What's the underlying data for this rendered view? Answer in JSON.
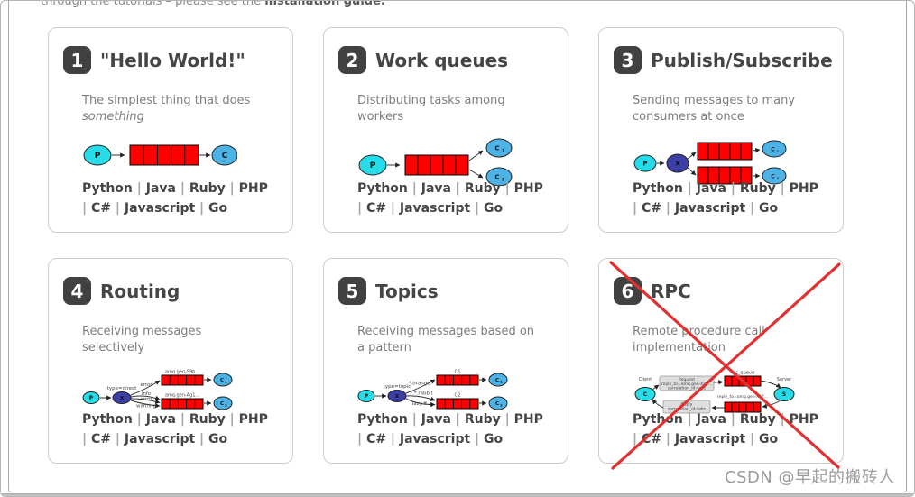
{
  "page": {
    "top_text_prefix": "through the tutorials – please see the ",
    "top_text_link": "installation guide.",
    "watermark": "CSDN @早起的搬砖人"
  },
  "languages": [
    "Python",
    "Java",
    "Ruby",
    "PHP",
    "C#",
    "Javascript",
    "Go"
  ],
  "language_separator": "|",
  "colors": {
    "queue_red": "#ff0000",
    "producer_cyan": "#25dce8",
    "consumer_blue": "#4db3e6",
    "exchange_navy": "#3c3fa8",
    "badge_dark": "#414141",
    "cross_red": "#e03131"
  },
  "cards": [
    {
      "number": "1",
      "title": "\"Hello World!\"",
      "desc_plain": "The simplest thing that does",
      "desc_italic": "something"
    },
    {
      "number": "2",
      "title": "Work queues",
      "description": "Distributing tasks among workers"
    },
    {
      "number": "3",
      "title": "Publish/Subscribe",
      "description": "Sending messages to many consumers at once"
    },
    {
      "number": "4",
      "title": "Routing",
      "description": "Receiving messages selectively"
    },
    {
      "number": "5",
      "title": "Topics",
      "description": "Receiving messages based on a pattern"
    },
    {
      "number": "6",
      "title": "RPC",
      "description": "Remote procedure call implementation",
      "crossed_out": true
    }
  ],
  "diagrams": {
    "node_producer": "P",
    "node_consumer": "C",
    "node_exchange": "X",
    "sub_1": "1",
    "sub_2": "2",
    "routing": {
      "type_label": "type=direct",
      "binding_error": "error",
      "binding_info": "info",
      "binding_warning": "warning",
      "queue1": "amq.gen-S9b...",
      "queue2": "amq.gen-Ag1..."
    },
    "topics": {
      "type_label": "type=topic",
      "binding1": "*.orange.*",
      "binding2": "*.*.rabbit",
      "binding3": "lazy.#",
      "queue1": "Q1",
      "queue2": "Q2"
    },
    "rpc": {
      "client_label": "Client",
      "client_node": "C",
      "server_label": "Server",
      "server_node": "S",
      "request_title": "Request",
      "request_line1": "reply_to=amq.gen-Xa2...",
      "request_line2": "correlation_id=abc",
      "rpc_queue_label": "rpc_queue",
      "reply_to_label": "reply_to=amq.gen-Xa2...",
      "reply_title": "Reply",
      "reply_line1": "correlation_id=abc"
    }
  }
}
